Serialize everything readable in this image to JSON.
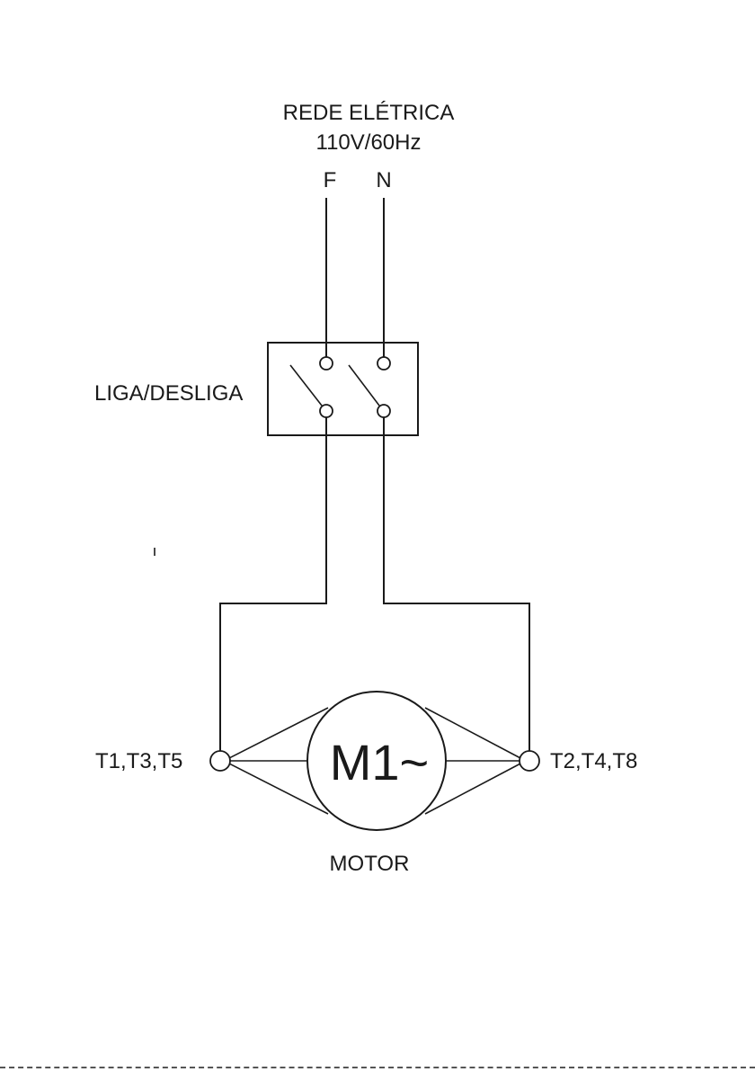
{
  "network": {
    "title": "REDE ELÉTRICA",
    "spec": "110V/60Hz",
    "phase_label": "F",
    "neutral_label": "N"
  },
  "switch": {
    "label": "LIGA/DESLIGA"
  },
  "motor": {
    "symbol": "M1~",
    "label": "MOTOR",
    "left_terminals": "T1,T3,T5",
    "right_terminals": "T2,T4,T8"
  }
}
